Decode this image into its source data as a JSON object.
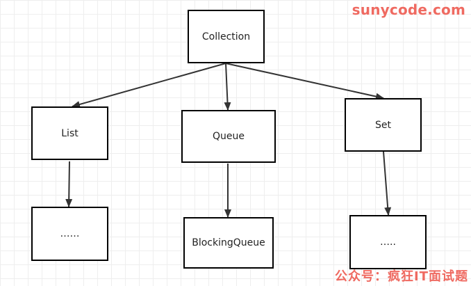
{
  "diagram": {
    "nodes": {
      "collection": "Collection",
      "list": "List",
      "queue": "Queue",
      "set": "Set",
      "list_child": "……",
      "queue_child": "BlockingQueue",
      "set_child": "….."
    },
    "edges": [
      {
        "from": "collection",
        "to": "list"
      },
      {
        "from": "collection",
        "to": "queue"
      },
      {
        "from": "collection",
        "to": "set"
      },
      {
        "from": "list",
        "to": "list_child"
      },
      {
        "from": "queue",
        "to": "queue_child"
      },
      {
        "from": "set",
        "to": "set_child"
      }
    ],
    "colors": {
      "stroke": "#333333",
      "node_border": "#000000",
      "grid": "#eeeeee",
      "watermark": "#ef6a61"
    }
  },
  "watermarks": {
    "site": "sunycode.com",
    "wechat": "公众号：疯狂IT面试题"
  }
}
